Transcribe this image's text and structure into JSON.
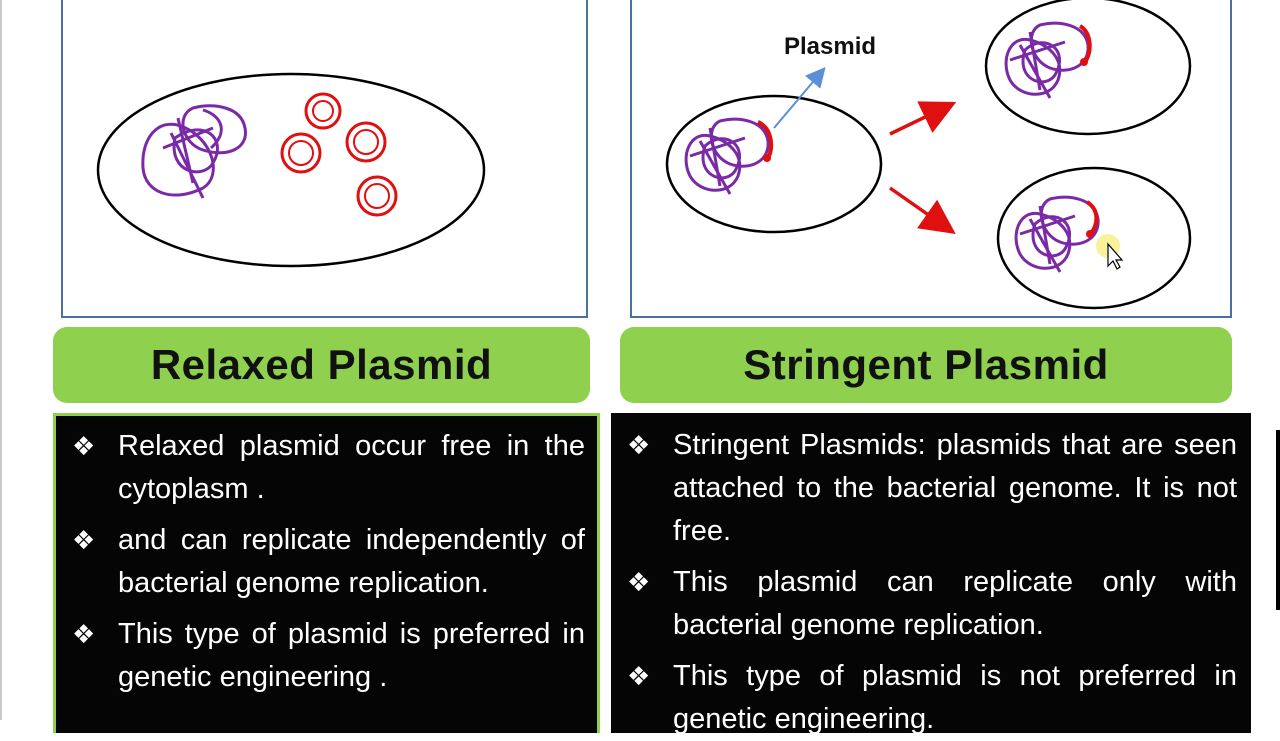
{
  "diagram": {
    "plasmid_label": "Plasmid",
    "colors": {
      "plasmid": "#e01010",
      "genome": "#7a2aa6",
      "cell_outline": "#000000",
      "arrow_blue": "#5b8fd6"
    }
  },
  "left": {
    "title": "Relaxed Plasmid",
    "bullets": [
      "Relaxed plasmid occur free in the cytoplasm .",
      "and can replicate independently of bacterial genome replication.",
      "This type of plasmid is preferred in genetic engineering ."
    ]
  },
  "right": {
    "title": "Stringent Plasmid",
    "bullets": [
      "Stringent Plasmids: plasmids  that are seen attached to the bacterial genome.  It is not free.",
      "This plasmid can replicate only with bacterial genome replication.",
      "This type of plasmid is not preferred in genetic engineering."
    ]
  },
  "bullet_symbol": "❖",
  "accent_color": "#8fd14f"
}
